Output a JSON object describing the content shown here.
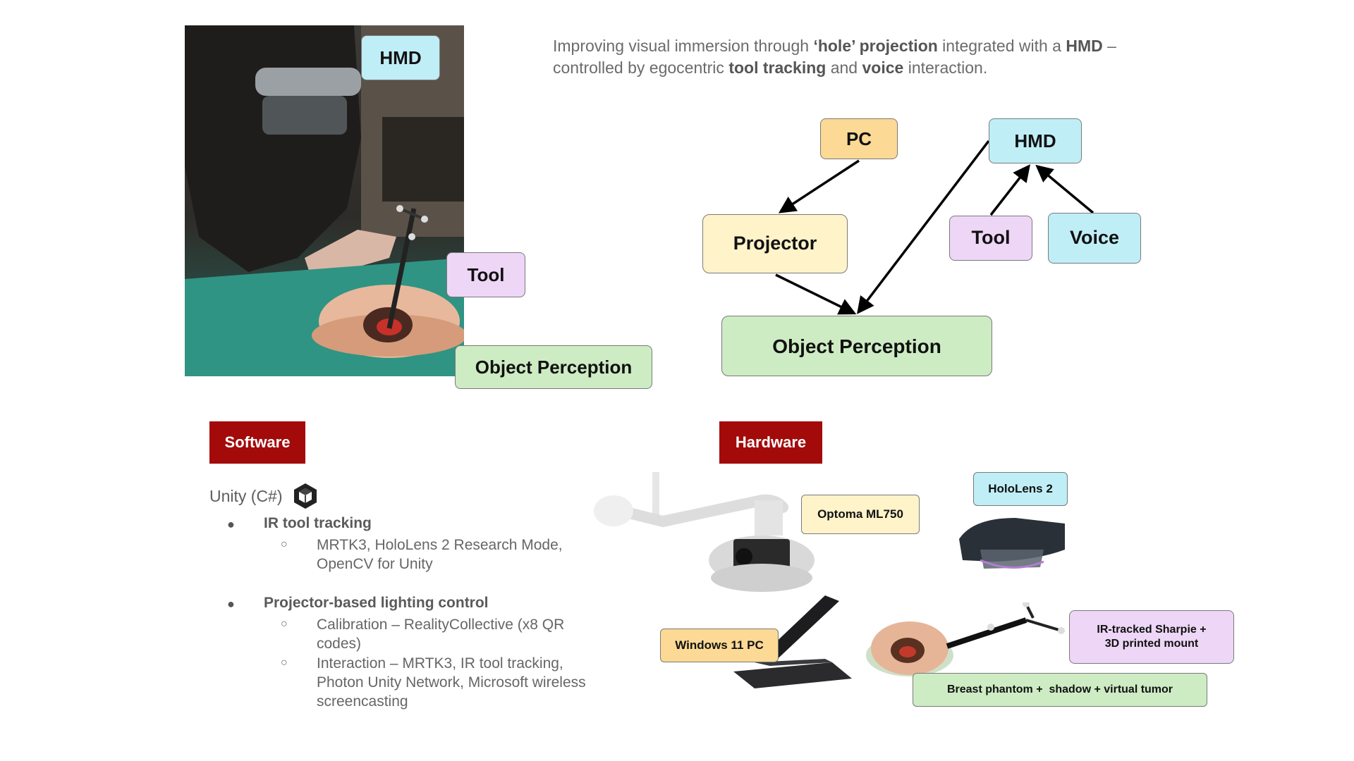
{
  "photo": {
    "labels": {
      "hmd": "HMD",
      "tool": "Tool",
      "object_perception": "Object Perception"
    }
  },
  "header": {
    "line1_pre": "Improving visual immersion through ",
    "line1_bold1": "‘hole’ projection",
    "line1_mid": " integrated with a ",
    "line1_bold2": "HMD",
    "line1_post": " –",
    "line2_pre": "controlled by egocentric ",
    "line2_bold1": "tool tracking",
    "line2_mid": " and ",
    "line2_bold2": "voice",
    "line2_post": " interaction."
  },
  "diagram": {
    "nodes": {
      "pc": "PC",
      "hmd": "HMD",
      "projector": "Projector",
      "tool": "Tool",
      "voice": "Voice",
      "object_perception": "Object Perception"
    },
    "colors": {
      "cyan": "#bfeef7",
      "purple": "#eed6f6",
      "green": "#cdecc3",
      "yellow": "#fff3c9",
      "orange": "#fcd995",
      "section_red": "#a30a0a"
    }
  },
  "software": {
    "label": "Software",
    "title": "Unity (C#)",
    "items": [
      {
        "heading": "IR tool tracking",
        "sub": [
          "MRTK3, HoloLens 2 Research Mode,",
          "OpenCV for Unity"
        ]
      },
      {
        "heading": "Projector-based lighting control",
        "sub1": [
          "Calibration – RealityCollective (x8 QR",
          "codes)"
        ],
        "sub2": [
          "Interaction – MRTK3, IR tool tracking,",
          "Photon Unity Network, Microsoft wireless",
          "screencasting"
        ]
      }
    ]
  },
  "hardware": {
    "label": "Hardware",
    "optoma": "Optoma ML750",
    "hololens": "HoloLens 2",
    "pc": "Windows 11 PC",
    "sharpie_line1": "IR-tracked Sharpie +",
    "sharpie_line2": "3D printed mount",
    "phantom": "Breast phantom +  shadow + virtual tumor"
  }
}
